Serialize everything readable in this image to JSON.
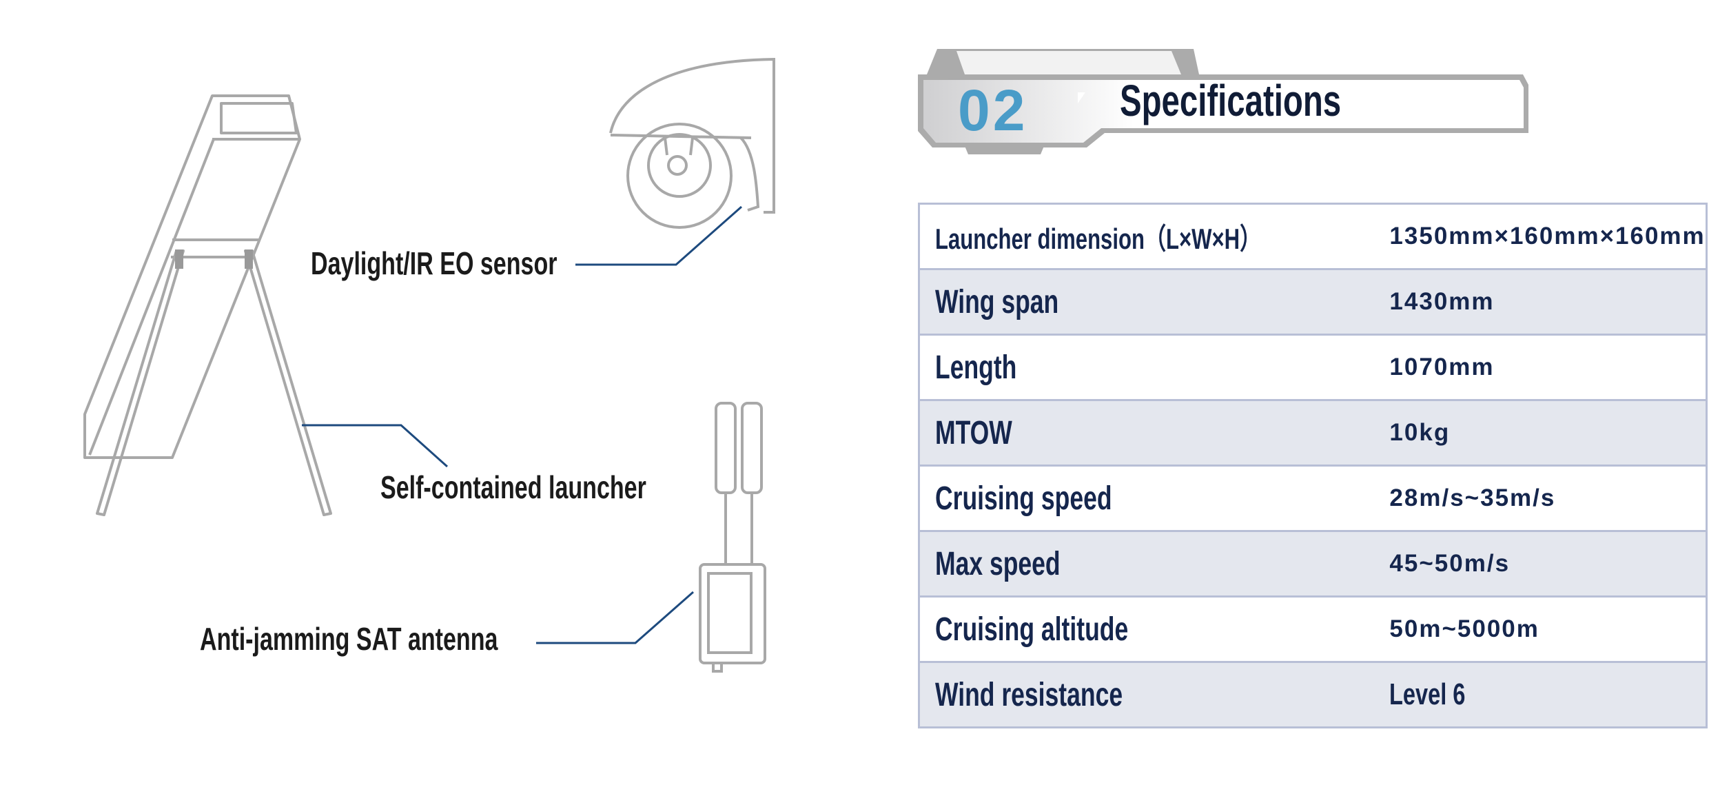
{
  "callouts": {
    "eo_sensor": "Daylight/IR EO sensor",
    "launcher": "Self-contained launcher",
    "antenna": "Anti-jamming SAT antenna"
  },
  "header": {
    "number": "02",
    "title": "Specifications"
  },
  "specs": [
    {
      "label": "Launcher dimension（L×W×H）",
      "value": "1350mm×160mm×160mm"
    },
    {
      "label": "Wing span",
      "value": "1430mm"
    },
    {
      "label": "Length",
      "value": "1070mm"
    },
    {
      "label": "MTOW",
      "value": "10kg"
    },
    {
      "label": "Cruising speed",
      "value": "28m/s~35m/s"
    },
    {
      "label": "Max speed",
      "value": "45~50m/s"
    },
    {
      "label": "Cruising altitude",
      "value": "50m~5000m"
    },
    {
      "label": "Wind resistance",
      "value": "Level 6"
    }
  ],
  "colors": {
    "accent": "#4a9cc8",
    "text": "#15264d",
    "leader": "#1d4a7e",
    "line_art": "#a8a8a8"
  }
}
